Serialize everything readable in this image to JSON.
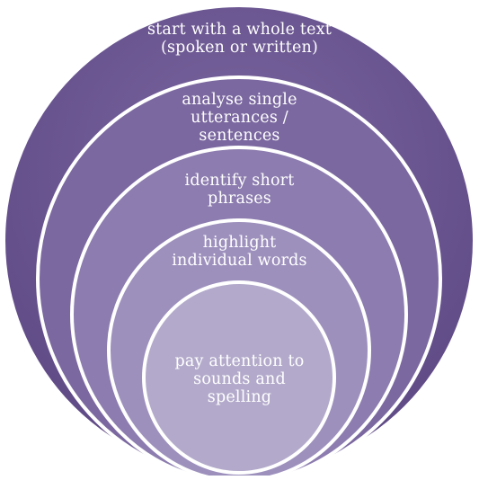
{
  "diagram": {
    "levels": [
      {
        "label": "start with a whole text  (spoken or written)",
        "color": "#6a5590"
      },
      {
        "label": "analyse single utterances / sentences",
        "color": "#7b68a0"
      },
      {
        "label": "identify short phrases",
        "color": "#8c7caf"
      },
      {
        "label": "highlight individual words",
        "color": "#9d90bd"
      },
      {
        "label": "pay attention to sounds and spelling",
        "color": "#b3aacb"
      }
    ],
    "ring_stroke": "#ffffff",
    "background": "#ffffff"
  }
}
